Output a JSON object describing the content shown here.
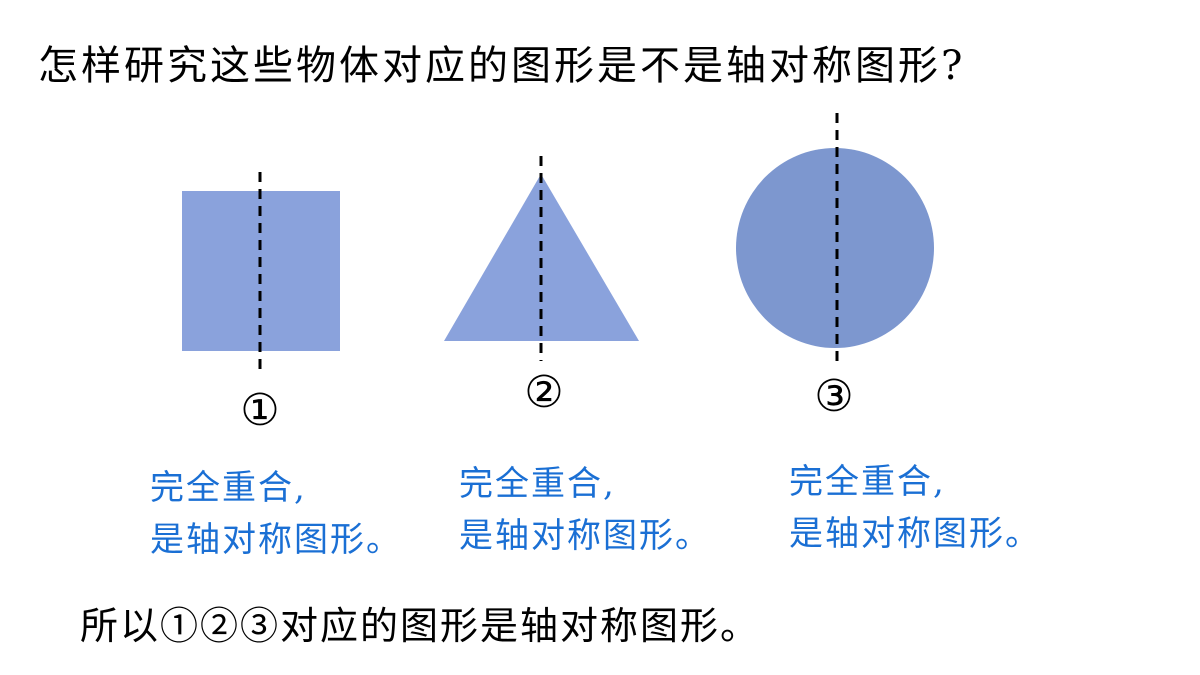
{
  "question": "怎样研究这些物体对应的图形是不是轴对称图形?",
  "colors": {
    "square_fill": "#8aa2dc",
    "triangle_fill": "#8aa2dc",
    "circle_fill": "#7d97cf",
    "caption_text": "#1a6fd4",
    "axis_line": "#000000"
  },
  "figures": [
    {
      "shape": "square",
      "number": "①",
      "caption_line1": "完全重合,",
      "caption_line2": "是轴对称图形。"
    },
    {
      "shape": "triangle",
      "number": "②",
      "caption_line1": "完全重合,",
      "caption_line2": "是轴对称图形。"
    },
    {
      "shape": "circle",
      "number": "③",
      "caption_line1": "完全重合,",
      "caption_line2": "是轴对称图形。"
    }
  ],
  "conclusion": "所以①②③对应的图形是轴对称图形。"
}
